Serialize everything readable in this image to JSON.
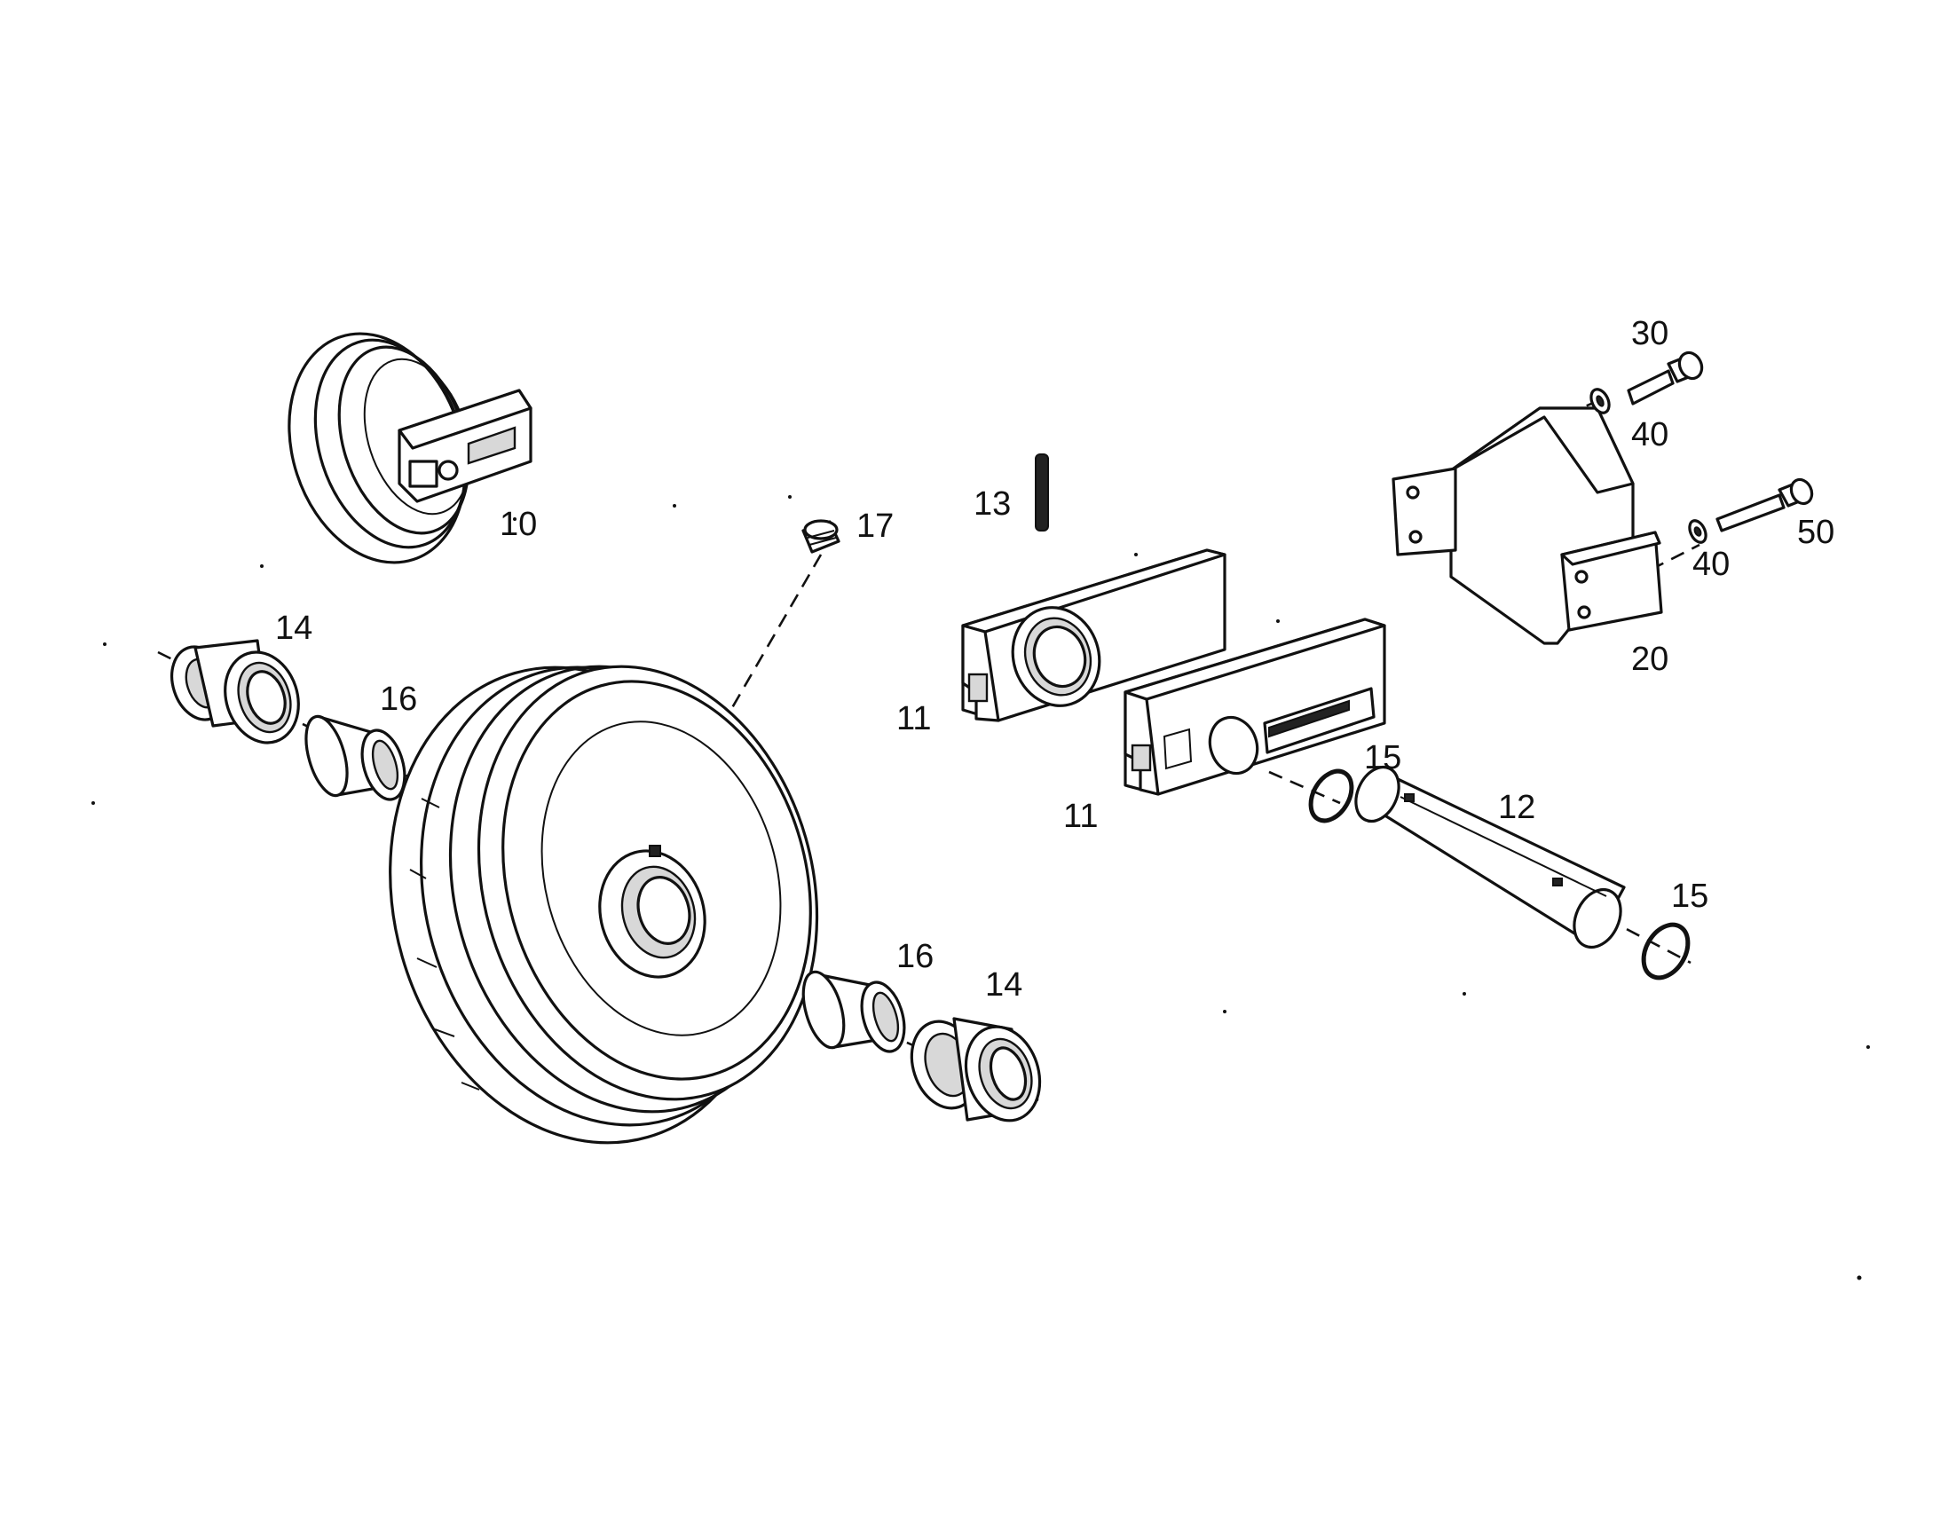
{
  "diagram": {
    "parts": [
      {
        "id": "idler-assembly",
        "callout": "10"
      },
      {
        "id": "guide-bracket-left",
        "callout": "11"
      },
      {
        "id": "guide-bracket-right",
        "callout": "11"
      },
      {
        "id": "shaft",
        "callout": "12"
      },
      {
        "id": "pin",
        "callout": "13"
      },
      {
        "id": "seal-left",
        "callout": "14"
      },
      {
        "id": "seal-right",
        "callout": "14"
      },
      {
        "id": "o-ring-top",
        "callout": "15"
      },
      {
        "id": "o-ring-bottom",
        "callout": "15"
      },
      {
        "id": "bushing-left",
        "callout": "16"
      },
      {
        "id": "bushing-right",
        "callout": "16"
      },
      {
        "id": "plug",
        "callout": "17"
      },
      {
        "id": "block",
        "callout": "20"
      },
      {
        "id": "bolt-top",
        "callout": "30"
      },
      {
        "id": "washer-top",
        "callout": "40"
      },
      {
        "id": "washer-bottom",
        "callout": "40"
      },
      {
        "id": "bolt-bottom",
        "callout": "50"
      }
    ]
  }
}
